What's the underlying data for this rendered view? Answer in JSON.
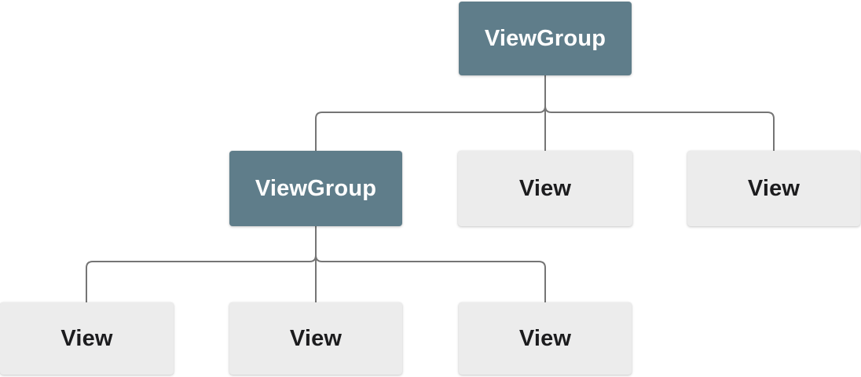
{
  "diagram": {
    "type": "tree",
    "nodes": [
      {
        "id": "root",
        "label": "ViewGroup",
        "kind": "viewgroup",
        "level": 0
      },
      {
        "id": "child-viewgroup",
        "label": "ViewGroup",
        "kind": "viewgroup",
        "level": 1
      },
      {
        "id": "child-view-1",
        "label": "View",
        "kind": "view",
        "level": 1
      },
      {
        "id": "child-view-2",
        "label": "View",
        "kind": "view",
        "level": 1
      },
      {
        "id": "grandchild-view-1",
        "label": "View",
        "kind": "view",
        "level": 2
      },
      {
        "id": "grandchild-view-2",
        "label": "View",
        "kind": "view",
        "level": 2
      },
      {
        "id": "grandchild-view-3",
        "label": "View",
        "kind": "view",
        "level": 2
      }
    ],
    "edges": [
      {
        "from": "root",
        "to": "child-viewgroup"
      },
      {
        "from": "root",
        "to": "child-view-1"
      },
      {
        "from": "root",
        "to": "child-view-2"
      },
      {
        "from": "child-viewgroup",
        "to": "grandchild-view-1"
      },
      {
        "from": "child-viewgroup",
        "to": "grandchild-view-2"
      },
      {
        "from": "child-viewgroup",
        "to": "grandchild-view-3"
      }
    ]
  },
  "colors": {
    "group_fill": "#5f7d8a",
    "view_fill": "#ececec",
    "connector": "#757575",
    "group_text": "#ffffff",
    "view_text": "#1c1c1e",
    "canvas_bg": "#ffffff"
  }
}
